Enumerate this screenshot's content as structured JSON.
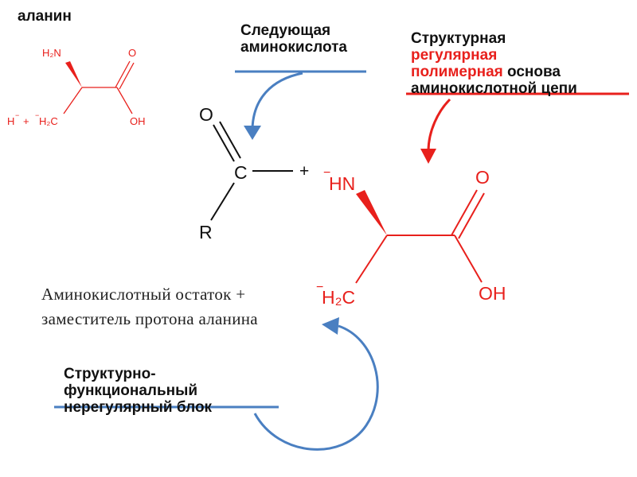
{
  "colors": {
    "molecule_red": "#e8201c",
    "arrow_blue": "#4a7fc1",
    "arrow_red": "#e8201c",
    "black": "#111111"
  },
  "labels": {
    "alanine_title": "аланин",
    "next_amino_acid": [
      "Следующая",
      "аминокислота"
    ],
    "structural_prefix": "Структурная",
    "regular": "регулярная",
    "polymer": "полимерная",
    "basis": " основа",
    "chain": "аминокислотной цепи",
    "residue_line1": "Аминокислотный остаток +",
    "residue_line2": "заместитель протона аланина",
    "irregular_block": [
      "Структурно-",
      "функциональный",
      "нерегулярный блок"
    ]
  },
  "small_alanine": {
    "amine": "H₂N",
    "oxygen_double": "O",
    "hydroxyl": "OH",
    "hydride": "H",
    "minus": "−",
    "plus": "+",
    "ch2_minus": "−",
    "ch2": "H₂C"
  },
  "main_molecule": {
    "oxygen_left": "O",
    "carbon": "C",
    "plus": "+",
    "r_group": "R",
    "nh_minus": "−",
    "nh": "HN",
    "oxygen_right": "O",
    "hydroxyl": "OH",
    "ch2_minus": "−",
    "ch2": "H₂C"
  }
}
